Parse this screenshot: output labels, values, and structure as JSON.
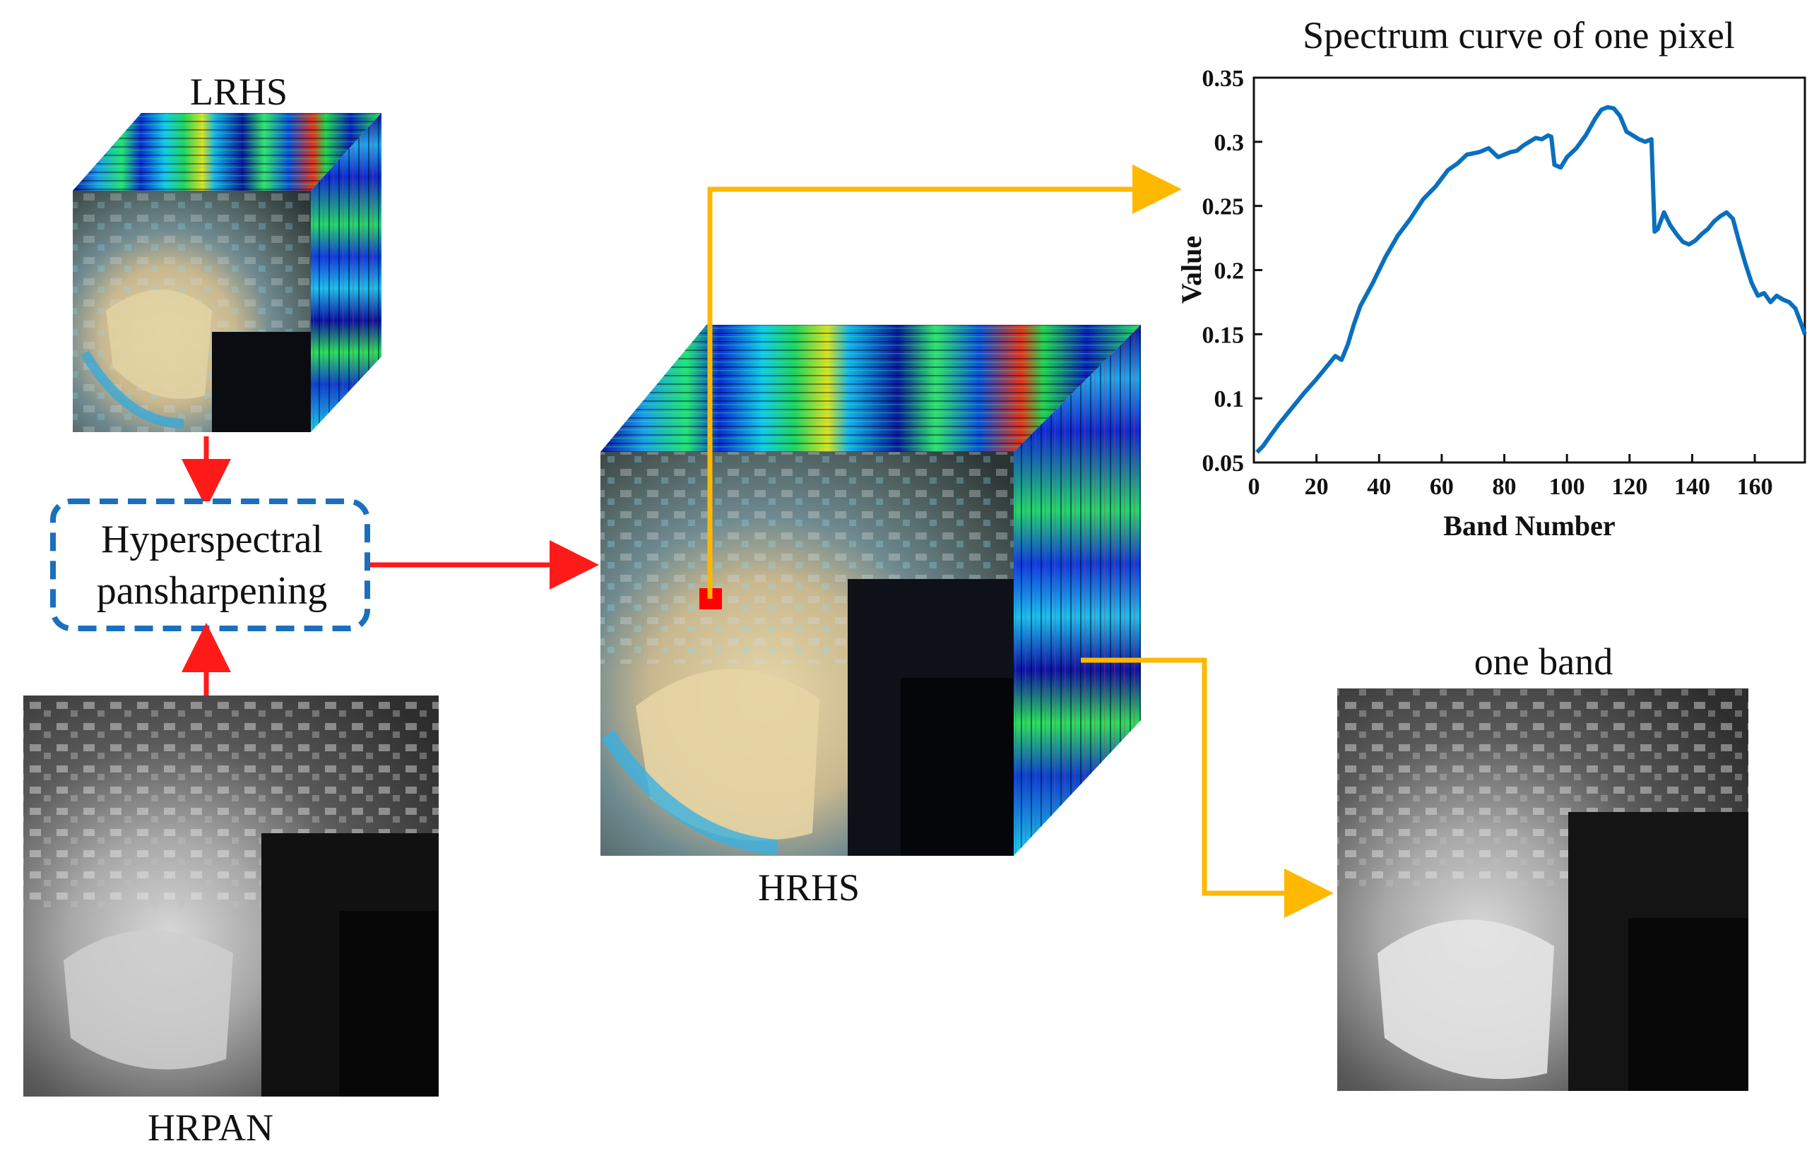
{
  "labels": {
    "lrhs": "LRHS",
    "hrpan": "HRPAN",
    "hrhs": "HRHS",
    "process_line1": "Hyperspectral",
    "process_line2": "pansharpening",
    "one_band": "one band"
  },
  "colors": {
    "flow_arrow": "#ff1a1a",
    "info_arrow": "#ffb800",
    "process_border": "#1a6fbf",
    "curve": "#0a6fbd",
    "pixel_marker": "#ff0000"
  },
  "chart_data": {
    "type": "line",
    "title": "Spectrum curve of one pixel",
    "xlabel": "Band Number",
    "ylabel": "Value",
    "xlim": [
      0,
      176
    ],
    "ylim": [
      0.05,
      0.35
    ],
    "xticks": [
      0,
      20,
      40,
      60,
      80,
      100,
      120,
      140,
      160
    ],
    "yticks": [
      0.05,
      0.1,
      0.15,
      0.2,
      0.25,
      0.3,
      0.35
    ],
    "ytick_labels": [
      "0.05",
      "0.1",
      "0.15",
      "0.2",
      "0.25",
      "0.3",
      "0.35"
    ],
    "grid": false,
    "series": [
      {
        "x": [
          1,
          3,
          5,
          8,
          12,
          16,
          20,
          24,
          26,
          28,
          30,
          32,
          34,
          38,
          42,
          46,
          50,
          54,
          58,
          62,
          65,
          68,
          72,
          75,
          78,
          80,
          82,
          84,
          86,
          88,
          90,
          92,
          94,
          95,
          96,
          98,
          100,
          103,
          106,
          109,
          111,
          113,
          115,
          117,
          119,
          121,
          123,
          125,
          127,
          128,
          129,
          131,
          133,
          135,
          137,
          139,
          141,
          143,
          145,
          147,
          149,
          151,
          153,
          155,
          157,
          159,
          161,
          163,
          165,
          167,
          169,
          171,
          173,
          175,
          176
        ],
        "y": [
          0.058,
          0.063,
          0.07,
          0.08,
          0.092,
          0.104,
          0.115,
          0.127,
          0.133,
          0.13,
          0.142,
          0.158,
          0.172,
          0.19,
          0.21,
          0.227,
          0.24,
          0.255,
          0.265,
          0.278,
          0.283,
          0.29,
          0.292,
          0.295,
          0.288,
          0.29,
          0.292,
          0.293,
          0.297,
          0.3,
          0.303,
          0.302,
          0.305,
          0.304,
          0.282,
          0.28,
          0.288,
          0.295,
          0.305,
          0.318,
          0.325,
          0.327,
          0.326,
          0.32,
          0.308,
          0.305,
          0.302,
          0.3,
          0.302,
          0.23,
          0.232,
          0.245,
          0.235,
          0.228,
          0.222,
          0.22,
          0.223,
          0.228,
          0.232,
          0.238,
          0.242,
          0.245,
          0.24,
          0.222,
          0.205,
          0.19,
          0.18,
          0.182,
          0.175,
          0.18,
          0.177,
          0.175,
          0.17,
          0.157,
          0.15
        ]
      }
    ]
  }
}
